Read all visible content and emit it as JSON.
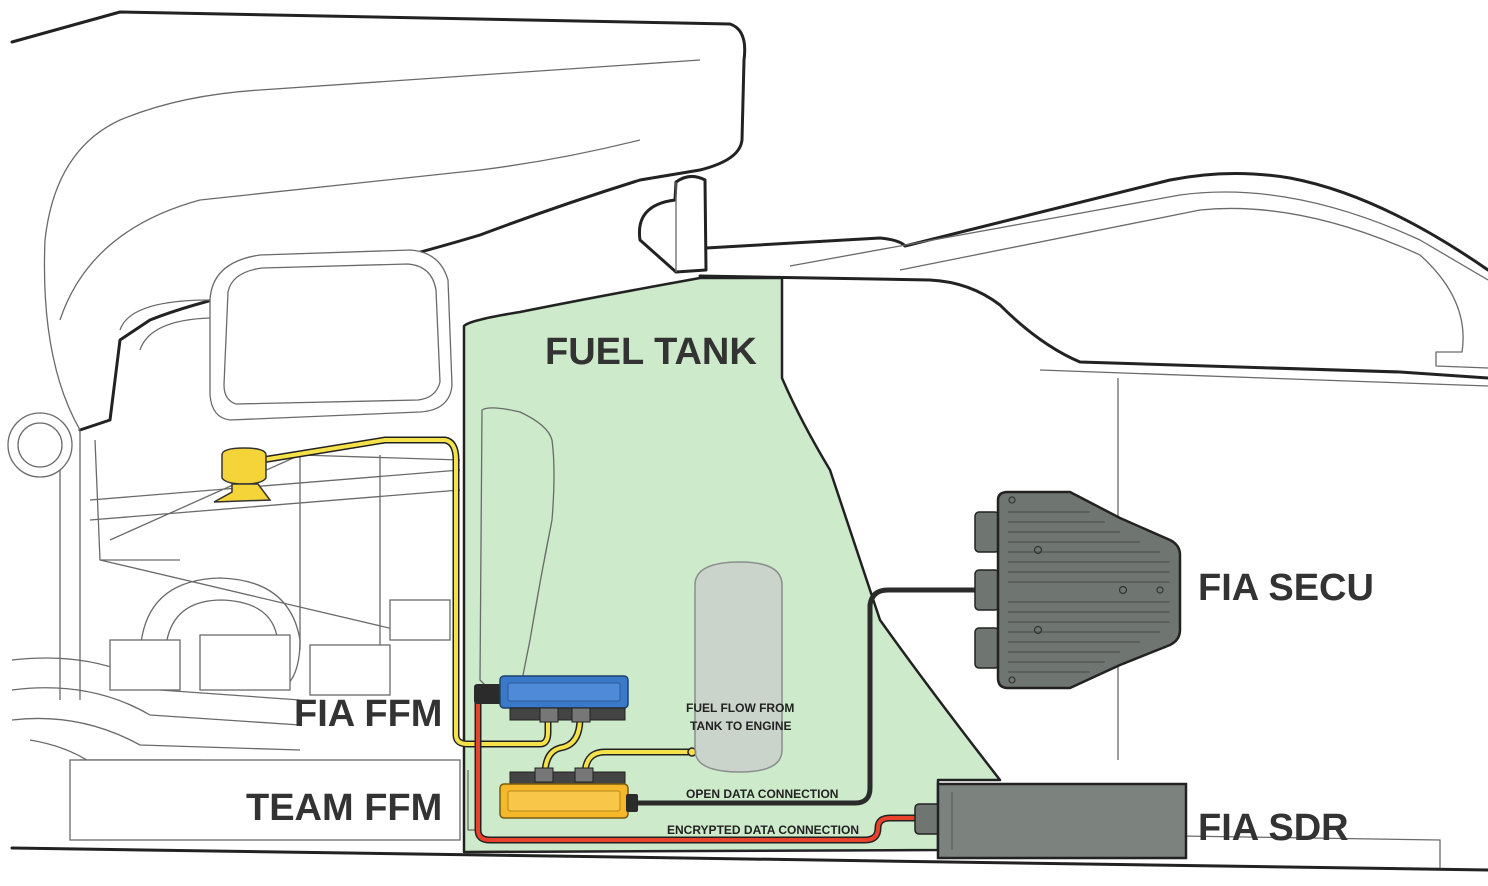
{
  "labels": {
    "fuel_tank": "FUEL TANK",
    "fia_secu": "FIA SECU",
    "fia_ffm": "FIA FFM",
    "team_ffm": "TEAM FFM",
    "fia_sdr": "FIA SDR",
    "fuel_flow_line1": "FUEL FLOW FROM",
    "fuel_flow_line2": "TANK TO ENGINE",
    "open_data": "OPEN DATA CONNECTION",
    "encrypted_data": "ENCRYPTED DATA CONNECTION"
  },
  "colors": {
    "fuel_tank_fill": "#cdeacb",
    "fuel_line": "#f5e14a",
    "fia_ffm_body": "#3a78c8",
    "team_ffm_body": "#f5b82a",
    "secu_body": "#6f7571",
    "sdr_body": "#7c827d",
    "open_data_cable": "#2b2b2b",
    "encrypted_cable": "#e8412c",
    "separator_body": "#c9cccb"
  }
}
